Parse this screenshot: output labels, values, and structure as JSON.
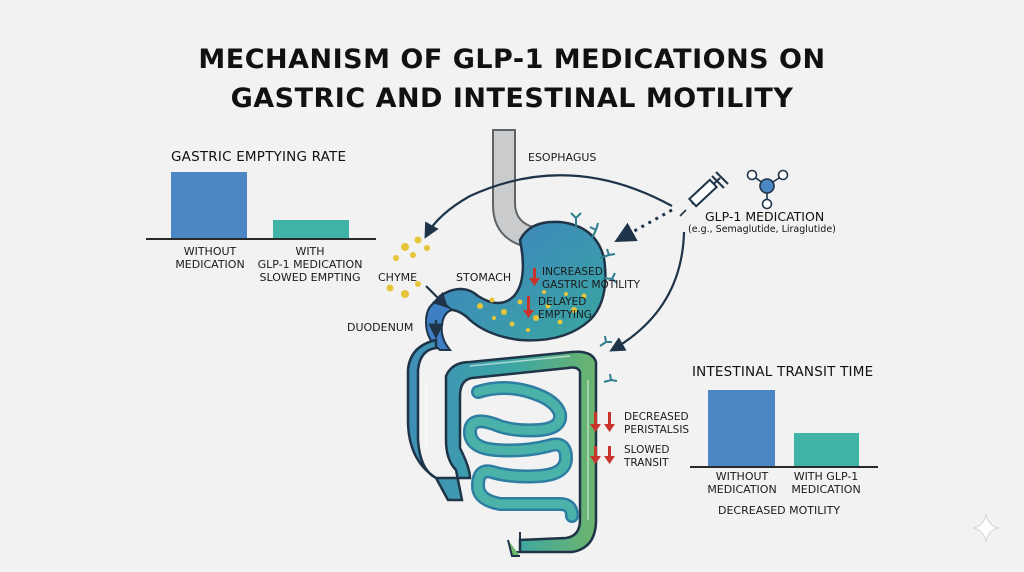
{
  "title": {
    "line1": "MECHANISM OF GLP-1 MEDICATIONS ON",
    "line2": "GASTRIC AND INTESTINAL MOTILITY"
  },
  "labels": {
    "esophagus": "ESOPHAGUS",
    "stomach": "STOMACH",
    "chyme": "CHYME",
    "duodenum": "DUODENUM",
    "glp1_medication": "GLP-1 MEDICATION",
    "glp1_examples": "(e.g., Semaglutide, Liraglutide)",
    "increased_gastric_motility_1": "INCREASED",
    "increased_gastric_motility_2": "GASTRIC MOTILITY",
    "delayed_emptying_1": "DELAYED",
    "delayed_emptying_2": "EMPTYING",
    "decreased_peristalsis_1": "DECREASED",
    "decreased_peristalsis_2": "PERISTALSIS",
    "slowed_transit_1": "SLOWED",
    "slowed_transit_2": "TRANSIT"
  },
  "chart_data": [
    {
      "type": "bar",
      "title": "GASTRIC EMPTYING RATE",
      "categories": [
        [
          "WITHOUT",
          "MEDICATION"
        ],
        [
          "WITH",
          "GLP-1 MEDICATION",
          "SLOWED EMPTING"
        ]
      ],
      "values": [
        1.0,
        0.27
      ],
      "ylim": [
        0,
        1
      ],
      "colors": [
        "#4a87c4",
        "#3fb3a6"
      ],
      "footnote": ""
    },
    {
      "type": "bar",
      "title": "INTESTINAL TRANSIT TIME",
      "categories": [
        [
          "WITHOUT",
          "MEDICATION"
        ],
        [
          "WITH GLP-1",
          "MEDICATION"
        ]
      ],
      "values": [
        1.0,
        0.43
      ],
      "ylim": [
        0,
        1
      ],
      "colors": [
        "#4a87c4",
        "#3fb3a6"
      ],
      "footnote": "DECREASED MOTILITY"
    }
  ],
  "colors": {
    "blue": "#4a87c4",
    "teal": "#3fb3a6",
    "green": "#6cb56d",
    "dark": "#1f3448",
    "red_arrow": "#c8332b",
    "chyme_yellow": "#e7c53b",
    "esophagus_gray": "#b9bcbe"
  }
}
